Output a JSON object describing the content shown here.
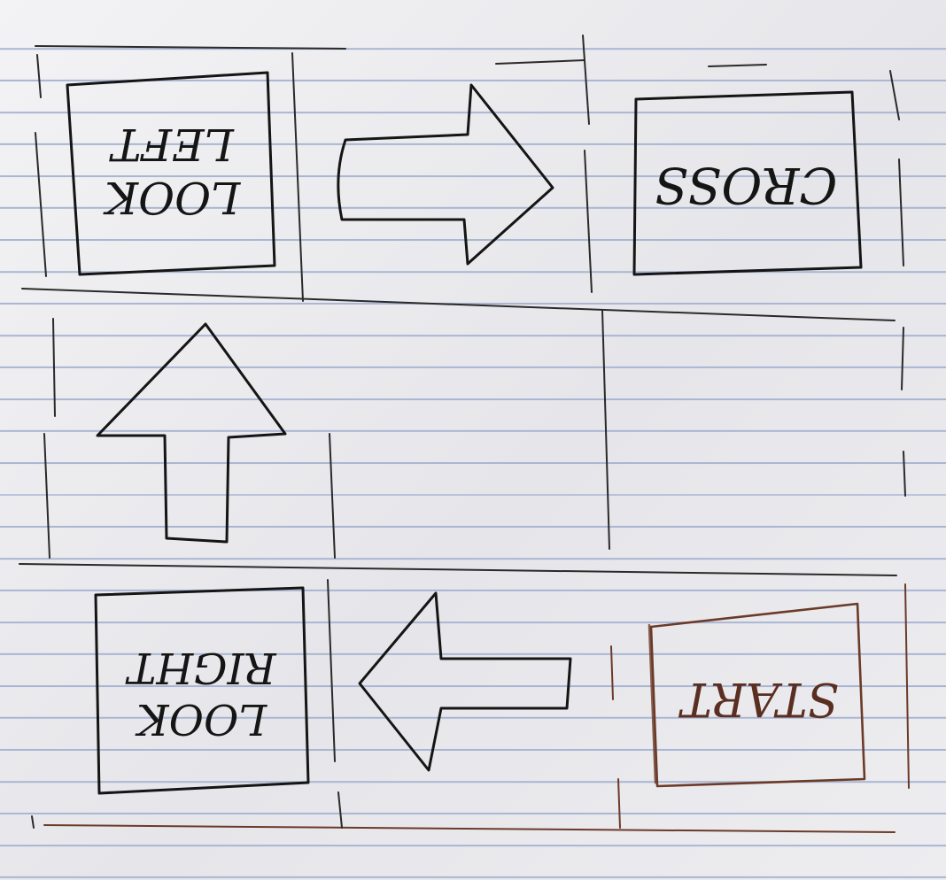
{
  "boxes": {
    "look_left": {
      "line1": "LOOK",
      "line2": "LEFT"
    },
    "cross": {
      "text": "CROSS"
    },
    "look_right": {
      "line1": "LOOK",
      "line2": "RIGHT"
    },
    "start": {
      "text": "START"
    }
  },
  "colors": {
    "ink": "#151515",
    "brown_ink": "#6b3a28",
    "paper": "#ededf0",
    "ruled_line": "#a9b6d3"
  },
  "orientation": "rotated 180 degrees (upside-down handwriting)"
}
